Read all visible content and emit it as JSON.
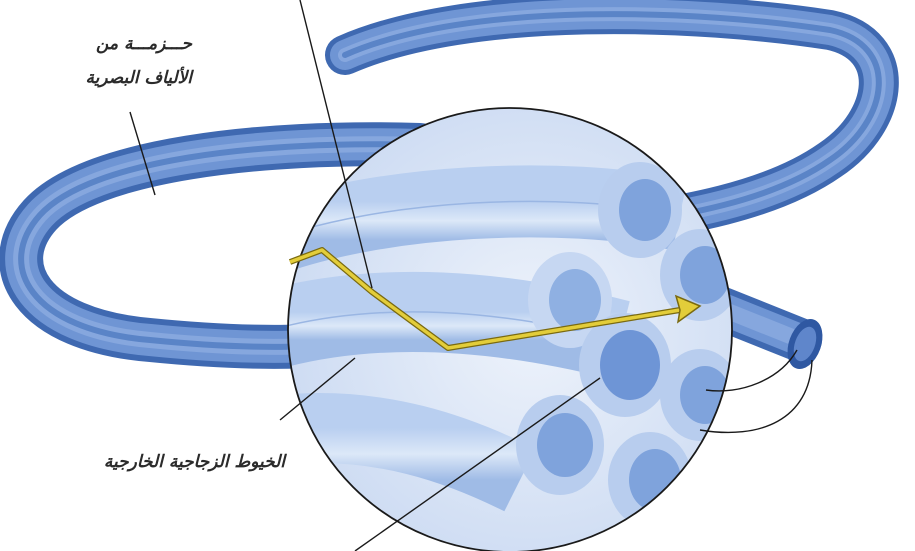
{
  "labels": {
    "bundle_line1": "حـــزمـــة من",
    "bundle_line2": "الألياف البصرية",
    "cladding": "الخيوط الزجاجية الخارجية"
  },
  "colors": {
    "fiber_blue": "#5b86c9",
    "fiber_dark": "#3f69b1",
    "fiber_light": "#a9c3ea",
    "inset_bg": "#dbe6f6",
    "light_ray": "#c9b21f",
    "leader_line": "#1a1a1a"
  }
}
